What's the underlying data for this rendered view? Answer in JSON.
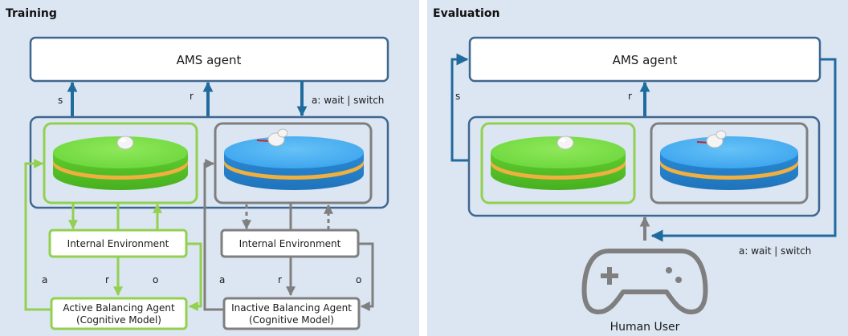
{
  "training": {
    "title": "Training",
    "agent_label": "AMS agent",
    "state_label": "s",
    "reward_label": "r",
    "action_label": "a: wait | switch",
    "active": {
      "env_label": "Internal Environment",
      "agent_line1": "Active Balancing Agent",
      "agent_line2": "(Cognitive Model)",
      "a_label": "a",
      "r_label": "r",
      "o_label": "o"
    },
    "inactive": {
      "env_label": "Internal Environment",
      "agent_line1": "Inactive Balancing Agent",
      "agent_line2": "(Cognitive Model)",
      "a_label": "a",
      "r_label": "r",
      "o_label": "o"
    }
  },
  "evaluation": {
    "title": "Evaluation",
    "agent_label": "AMS agent",
    "state_label": "s",
    "reward_label": "r",
    "action_label": "a: wait | switch",
    "user_label": "Human User",
    "user_icon": "gamepad-icon"
  },
  "colors": {
    "panel_bg": "#dce6f2",
    "blue_border": "#3e6790",
    "arrow_blue": "#1f6b9e",
    "green_border": "#92d050",
    "gray_border": "#7f7f7f",
    "green_platform": "#77dd44",
    "blue_platform": "#3399ee",
    "stripe": "#f0b040"
  }
}
